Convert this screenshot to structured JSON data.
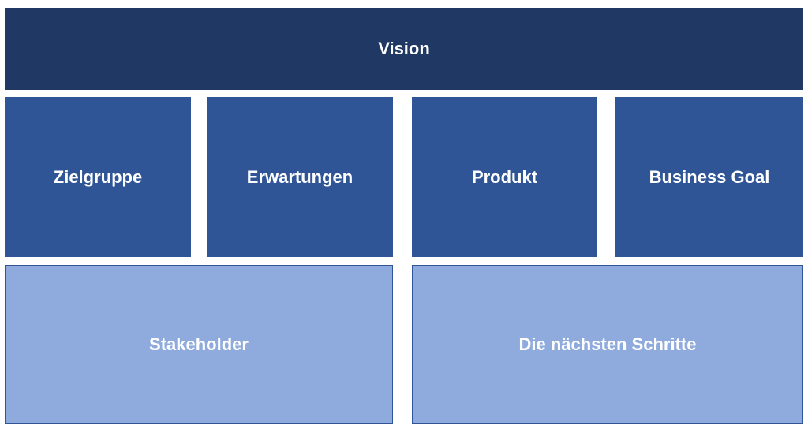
{
  "colors": {
    "vision": "#203864",
    "middle": "#2F5597",
    "bottom": "#8FAADC",
    "bottom_border": "#2F5597",
    "text": "#FFFFFF"
  },
  "vision": {
    "label": "Vision"
  },
  "middle": [
    {
      "label": "Zielgruppe"
    },
    {
      "label": "Erwartungen"
    },
    {
      "label": "Produkt"
    },
    {
      "label": "Business Goal"
    }
  ],
  "bottom": [
    {
      "label": "Stakeholder"
    },
    {
      "label": "Die nächsten Schritte"
    }
  ]
}
